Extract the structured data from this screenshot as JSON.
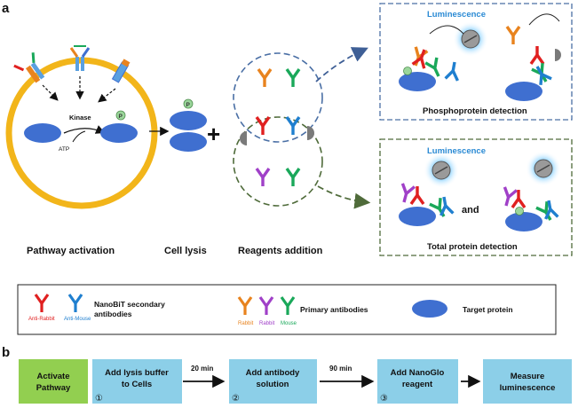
{
  "panel_a": {
    "label": "a",
    "kinase": "Kinase",
    "atp": "ATP",
    "phospho_mark": "P",
    "plus": "+",
    "steps": [
      "Pathway activation",
      "Cell lysis",
      "Reagents addition"
    ],
    "phospho_box": {
      "luminescence": "Luminescence",
      "title": "Phosphoprotein detection"
    },
    "total_box": {
      "luminescence": "Luminescence",
      "and": "and",
      "title": "Total protein detection"
    }
  },
  "legend": {
    "anti_rabbit": "Anti-Rabbit",
    "anti_mouse": "Anti-Mouse",
    "secondary_line1": "NanoBiT secondary",
    "secondary_line2": "antibodies",
    "rabbit1": "Rabbit",
    "rabbit2": "Rabbit",
    "mouse": "Mouse",
    "primary": "Primary antibodies",
    "target": "Target protein"
  },
  "panel_b": {
    "label": "b",
    "steps": [
      {
        "line1": "Activate",
        "line2": "Pathway",
        "num": ""
      },
      {
        "line1": "Add lysis buffer",
        "line2": "to Cells",
        "num": "①"
      },
      {
        "line1": "Add antibody",
        "line2": "solution",
        "num": "②"
      },
      {
        "line1": "Add NanoGlo",
        "line2": "reagent",
        "num": "③"
      },
      {
        "line1": "Measure",
        "line2": "luminescence",
        "num": ""
      }
    ],
    "arrow_labels": [
      "20 min",
      "90 min"
    ]
  },
  "colors": {
    "red": "#e02020",
    "blue": "#1f7fcf",
    "orange": "#e8831e",
    "purple": "#a040c8",
    "green": "#1aa85a",
    "protein": "#3f6fd0",
    "cell": "#f2b51a",
    "step_green": "#92cf50",
    "step_blue": "#8ccfe8",
    "lum_text": "#2a8ad4",
    "dash_blue": "#4a6fa5",
    "dash_green": "#4f6b3a"
  }
}
